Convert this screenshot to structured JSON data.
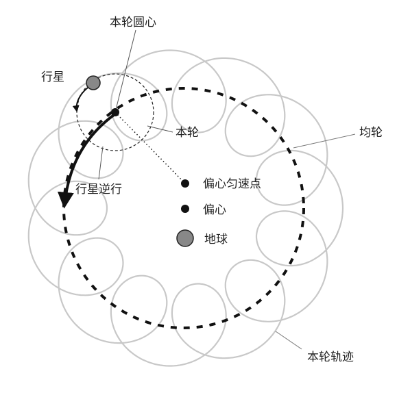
{
  "labels": {
    "deferent_center": "本轮圆心",
    "planet": "行星",
    "epicycle": "本轮",
    "deferent": "均轮",
    "retrograde": "行星逆行",
    "equant": "偏心匀速点",
    "eccentric": "偏心",
    "earth": "地球",
    "epicycle_path": "本轮轨迹"
  },
  "colors": {
    "loop_path": "#c8c8c8",
    "deferent_dash": "#111111",
    "earth_fill": "#888888",
    "planet_fill": "#888888",
    "leader_line": "#777777"
  }
}
